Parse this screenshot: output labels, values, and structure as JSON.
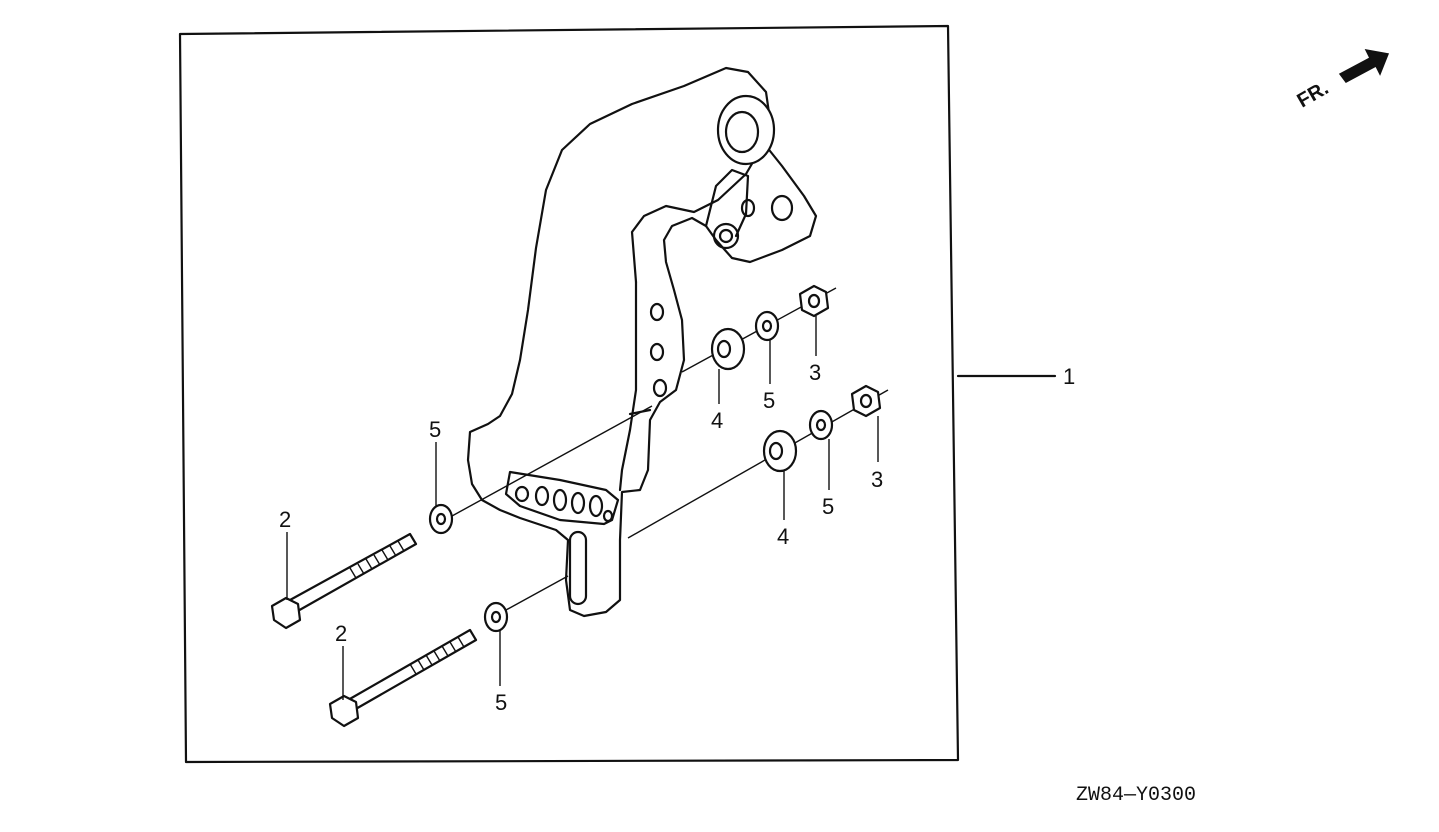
{
  "diagram": {
    "assembly_label": "1",
    "callouts": {
      "bolt_upper": "2",
      "bolt_lower": "2",
      "nut_upper": "3",
      "nut_lower": "3",
      "washer_upper": "4",
      "washer_lower": "4",
      "lockwasher_upper": "5",
      "lockwasher_lower": "5",
      "washer_left_upper": "5",
      "washer_left_lower": "5"
    },
    "front_indicator": "FR.",
    "drawing_code": "ZW84—Y0300"
  }
}
